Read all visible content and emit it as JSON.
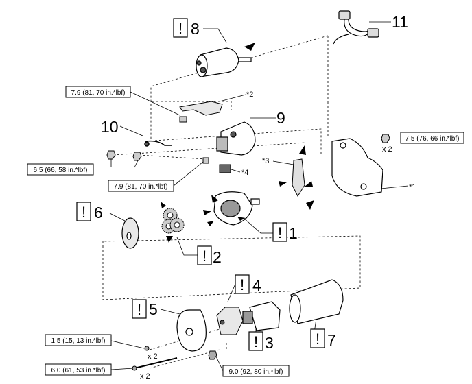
{
  "part_numbers": {
    "p1": "1",
    "p2": "2",
    "p3": "3",
    "p4": "4",
    "p5": "5",
    "p6": "6",
    "p7": "7",
    "p8": "8",
    "p9": "9",
    "p10": "10",
    "p11": "11"
  },
  "caution_mark": "!",
  "torque_specs": {
    "t_solenoid_nut": "7.9 (81, 70 in.*lbf)",
    "t_housing_bolt": "7.5 (76, 66 in.*lbf)",
    "t_lead_nut": "6.5 (66, 58 in.*lbf)",
    "t_bracket_bolt": "7.9 (81, 70 in.*lbf)",
    "t_small_screw": "1.5 (15, 13 in.*lbf)",
    "t_through_bolt": "6.0 (61, 53 in.*lbf)",
    "t_terminal_nut": "9.0 (92, 80 in.*lbf)"
  },
  "notes": {
    "n1": "*1",
    "n2": "*2",
    "n3": "*3",
    "n4": "*4"
  },
  "quantities": {
    "q_housing": "x 2",
    "q_small_screw": "x 2",
    "q_through_bolt": "x 2"
  }
}
